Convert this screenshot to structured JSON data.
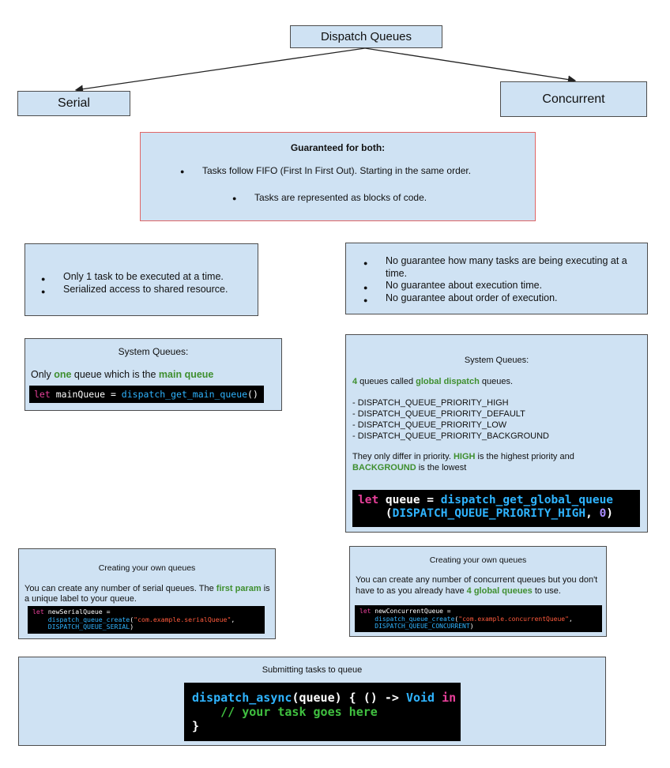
{
  "root": {
    "label": "Dispatch Queues"
  },
  "serial": {
    "label": "Serial"
  },
  "concurrent": {
    "label": "Concurrent"
  },
  "guaranteed": {
    "heading": "Guaranteed for both:",
    "items": [
      "Tasks follow FIFO (First In First Out). Starting in the same order.",
      "Tasks are represented as blocks of code."
    ]
  },
  "serial_props": {
    "items": [
      "Only 1 task to be executed at a time.",
      "Serialized access to shared resource."
    ]
  },
  "concurrent_props": {
    "items": [
      "No guarantee how many tasks are being executing at a time.",
      "No guarantee about execution time.",
      "No guarantee about order of execution."
    ]
  },
  "serial_system": {
    "title": "System Queues:",
    "text_pre": "Only ",
    "text_hl1": "one",
    "text_mid": " queue which is the ",
    "text_hl2": "main queue",
    "code_kw": "let",
    "code_var": " mainQueue = ",
    "code_fn": "dispatch_get_main_queue",
    "code_end": "()"
  },
  "concurrent_system": {
    "title": "System Queues:",
    "intro_hl1": "4",
    "intro_mid": " queues called ",
    "intro_hl2": "global dispatch",
    "intro_end": " queues.",
    "priorities": [
      "- DISPATCH_QUEUE_PRIORITY_HIGH",
      "- DISPATCH_QUEUE_PRIORITY_DEFAULT",
      "- DISPATCH_QUEUE_PRIORITY_LOW",
      "- DISPATCH_QUEUE_PRIORITY_BACKGROUND"
    ],
    "diff_pre": "They only differ in priority. ",
    "diff_hl1": "HIGH",
    "diff_mid": " is the highest priority and",
    "diff_hl2": "BACKGROUND",
    "diff_end": " is the lowest",
    "code_kw": "let",
    "code_var": " queue = ",
    "code_fn": "dispatch_get_global_queue",
    "code_arg_open": "    (",
    "code_arg": "DISPATCH_QUEUE_PRIORITY_HIGH",
    "code_comma": ", ",
    "code_num": "0",
    "code_close": ")"
  },
  "serial_own": {
    "title": "Creating your own queues",
    "text_pre": "You can create any number of serial queues. The ",
    "text_hl": "first param",
    "text_end": " is a unique label to your queue.",
    "code_kw": "let",
    "code_var": " newSerialQueue =",
    "code_fn": "dispatch_queue_create",
    "code_str": "\"com.example.serialQueue\"",
    "code_const": "DISPATCH_QUEUE_SERIAL"
  },
  "concurrent_own": {
    "title": "Creating your own queues",
    "text_pre": "You can create any number of concurrent queues but you don't have to as you already have ",
    "text_hl": "4 global queues",
    "text_end": " to use.",
    "code_kw": "let",
    "code_var": " newConcurrentQueue =",
    "code_fn": "dispatch_queue_create",
    "code_str": "\"com.example.concurrentQueue\"",
    "code_const": "DISPATCH_QUEUE_CONCURRENT"
  },
  "submit": {
    "title": "Submitting tasks to queue",
    "code_fn": "dispatch_async",
    "code_arg": "(queue) { () -> ",
    "code_type": "Void",
    "code_kw": " in",
    "code_comment": "    // your task goes here",
    "code_close": "}"
  },
  "colors": {
    "box_fill": "#cfe2f3",
    "box_border": "#4d4d4d",
    "highlight_border": "#e06666",
    "highlight_text": "#3f8f2f"
  }
}
